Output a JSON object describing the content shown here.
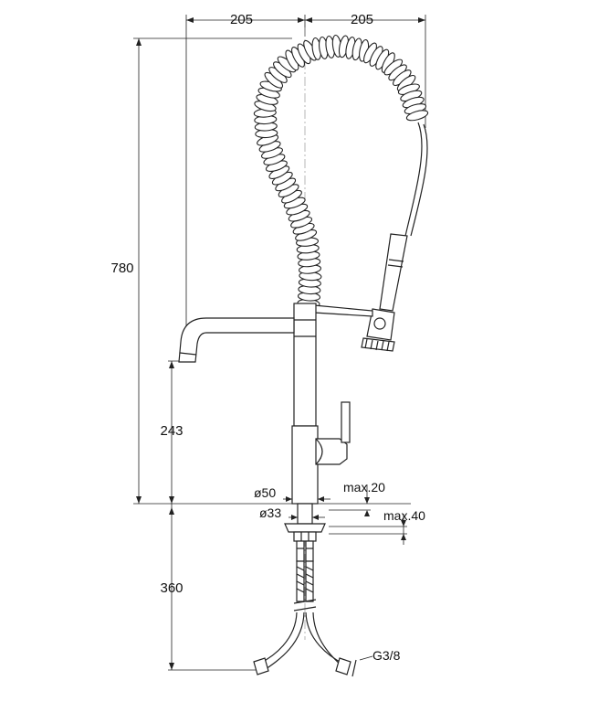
{
  "dimensions": {
    "width_left": "205",
    "width_right": "205",
    "total_height": "780",
    "spout_height": "243",
    "below_counter": "360",
    "body_diameter": "ø50",
    "shank_diameter": "ø33",
    "max_counter_top": "max.20",
    "max_counter_bottom": "max.40",
    "hose_thread": "G3/8"
  }
}
